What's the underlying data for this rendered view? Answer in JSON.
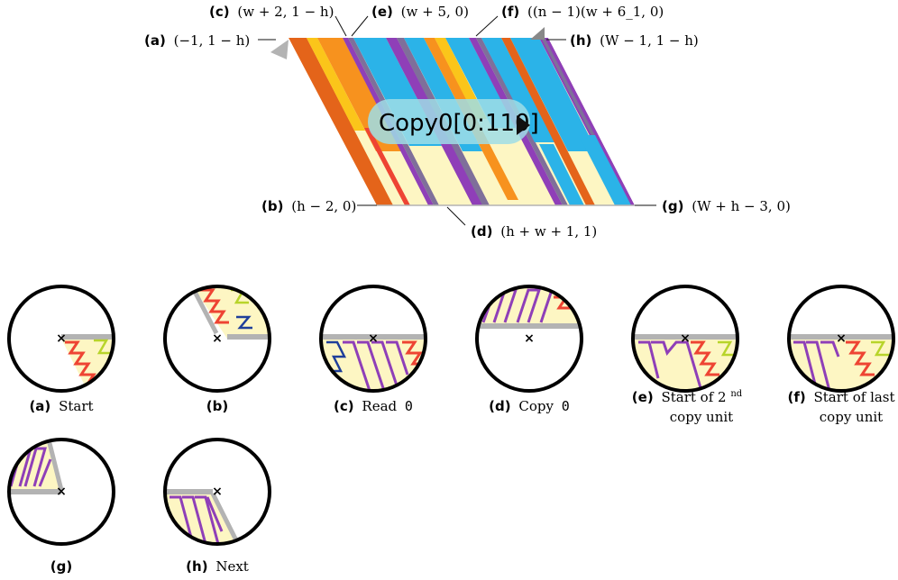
{
  "colors": {
    "orange": "#f7921e",
    "orange_dark": "#e4641a",
    "blue": "#2bb3e8",
    "purple": "#8f3fb8",
    "gray_purple": "#7f6f9a",
    "yellow": "#fbc51a",
    "pale_yellow": "#fdf6c3",
    "red": "#ee4433",
    "lime": "#b8d42a",
    "navy": "#1f3f9a",
    "gray": "#b3b3b3",
    "bubble": "#9fdde6"
  },
  "main_diagram": {
    "center_label": "Copy0[0:110]",
    "play_icon": "play-triangle-icon",
    "points": [
      {
        "id": "a",
        "tag": "(a)",
        "coord": "(−1, 1 − h)"
      },
      {
        "id": "b",
        "tag": "(b)",
        "coord": "(h − 2, 0)"
      },
      {
        "id": "c",
        "tag": "(c)",
        "coord": "(w + 2, 1 − h)"
      },
      {
        "id": "d",
        "tag": "(d)",
        "coord": "(h + w + 1, 1)"
      },
      {
        "id": "e",
        "tag": "(e)",
        "coord": "(w + 5, 0)"
      },
      {
        "id": "f",
        "tag": "(f)",
        "coord": "((n − 1)(w + 6_1, 0)"
      },
      {
        "id": "g",
        "tag": "(g)",
        "coord": "(W + h − 3, 0)"
      },
      {
        "id": "h",
        "tag": "(h)",
        "coord": "(W − 1, 1 − h)"
      }
    ]
  },
  "panels": [
    {
      "tag": "(a)",
      "caption": "Start"
    },
    {
      "tag": "(b)",
      "caption": ""
    },
    {
      "tag": "(c)",
      "caption": "Read",
      "mono": "0"
    },
    {
      "tag": "(d)",
      "caption": "Copy",
      "mono": "0"
    },
    {
      "tag": "(e)",
      "caption": "Start of 2",
      "sup": "nd",
      "caption2": "copy unit"
    },
    {
      "tag": "(f)",
      "caption": "Start of last",
      "caption2": "copy unit"
    },
    {
      "tag": "(g)",
      "caption": ""
    },
    {
      "tag": "(h)",
      "caption": "Next"
    }
  ]
}
